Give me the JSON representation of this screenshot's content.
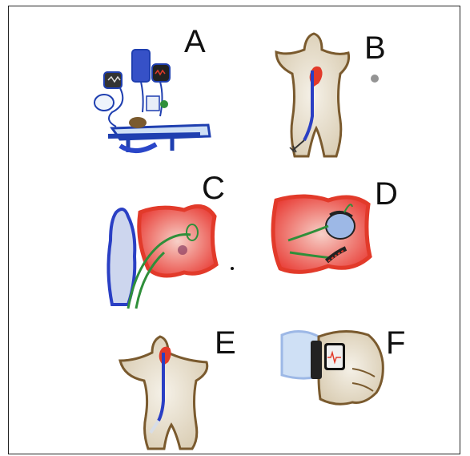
{
  "figure": {
    "panels": [
      {
        "id": "panel-a",
        "letter": "A",
        "depicts": "hospital-bedside-equipment"
      },
      {
        "id": "panel-b",
        "letter": "B",
        "depicts": "torso-with-femoral-vein-catheter"
      },
      {
        "id": "panel-c",
        "letter": "C",
        "depicts": "heart-with-leads"
      },
      {
        "id": "panel-d",
        "letter": "D",
        "depicts": "heart-with-device-and-leads"
      },
      {
        "id": "panel-e",
        "letter": "E",
        "depicts": "torso-with-implanted-line"
      },
      {
        "id": "panel-f",
        "letter": "F",
        "depicts": "wrist-with-ecg-watch"
      }
    ]
  },
  "colors": {
    "skin_outline": "#7a5a2e",
    "skin_fill": "#e9e0cf",
    "vein_blue": "#2a3fc4",
    "heart_red": "#e23a2a",
    "heart_fill": "#f4b9b0",
    "lead_green": "#2f8f3a",
    "device_blue": "#9db8e6"
  }
}
